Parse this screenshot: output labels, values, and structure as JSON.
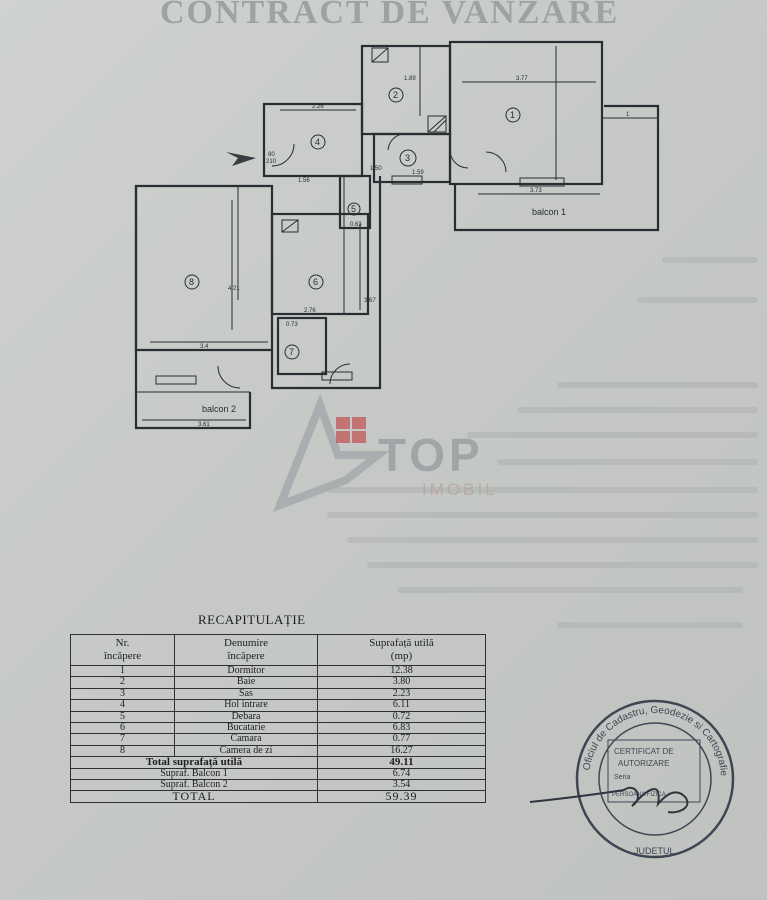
{
  "document": {
    "header_text": "CONTRACT DE VANZARE"
  },
  "plan": {
    "rooms": [
      {
        "num": "1"
      },
      {
        "num": "2"
      },
      {
        "num": "3"
      },
      {
        "num": "4"
      },
      {
        "num": "5"
      },
      {
        "num": "6"
      },
      {
        "num": "7"
      },
      {
        "num": "8"
      }
    ],
    "balconies": [
      "balcon 1",
      "balcon 2"
    ],
    "dims": {
      "d_226": "2.26",
      "d_189": "1.89",
      "d_377": "3.77",
      "d_373": "3.73",
      "d_156": "1.56",
      "d_159": "1.59",
      "d_276": "2.76",
      "d_34": "3.4",
      "d_361": "3.61",
      "d_421": "4.21",
      "d_367": "3.67",
      "d_080": "80",
      "d_210": "210",
      "d_073": "0.73",
      "d_150": "1.50",
      "d_063": "0.63",
      "d_1": "1"
    }
  },
  "watermark": {
    "brand": "TOP",
    "sub": "IMOBIL"
  },
  "recap": {
    "title": "RECAPITULAȚIE",
    "headers": {
      "nr_1": "Nr.",
      "nr_2": "încăpere",
      "den_1": "Denumire",
      "den_2": "încăpere",
      "sup_1": "Suprafață utilă",
      "sup_2": "(mp)"
    },
    "rows": [
      {
        "nr": "1",
        "name": "Dormitor",
        "area": "12.38"
      },
      {
        "nr": "2",
        "name": "Baie",
        "area": "3.80"
      },
      {
        "nr": "3",
        "name": "Sas",
        "area": "2.23"
      },
      {
        "nr": "4",
        "name": "Hol intrare",
        "area": "6.11"
      },
      {
        "nr": "5",
        "name": "Debara",
        "area": "0.72"
      },
      {
        "nr": "6",
        "name": "Bucatarie",
        "area": "6.83"
      },
      {
        "nr": "7",
        "name": "Camara",
        "area": "0.77"
      },
      {
        "nr": "8",
        "name": "Camera de zi",
        "area": "16.27"
      }
    ],
    "total_util_label": "Total suprafață utilă",
    "total_util_value": "49.11",
    "balcon1_label": "Supraf. Balcon 1",
    "balcon1_value": "6.74",
    "balcon2_label": "Supraf. Balcon 2",
    "balcon2_value": "3.54",
    "total_label": "TOTAL",
    "total_value": "59.39"
  },
  "stamp": {
    "ring_text": "Oficiul de Cadastru, Geodezie si Cartografie",
    "bottom_text": "JUDETUL",
    "inner_1": "CERTIFICAT DE",
    "inner_2": "AUTORIZARE",
    "inner_3": "Seria",
    "inner_4": "PERSOANA FIZICA"
  },
  "colors": {
    "paper": "#c9ccc9",
    "ink": "#1d1f22",
    "watermark_red": "#c23a3a"
  }
}
